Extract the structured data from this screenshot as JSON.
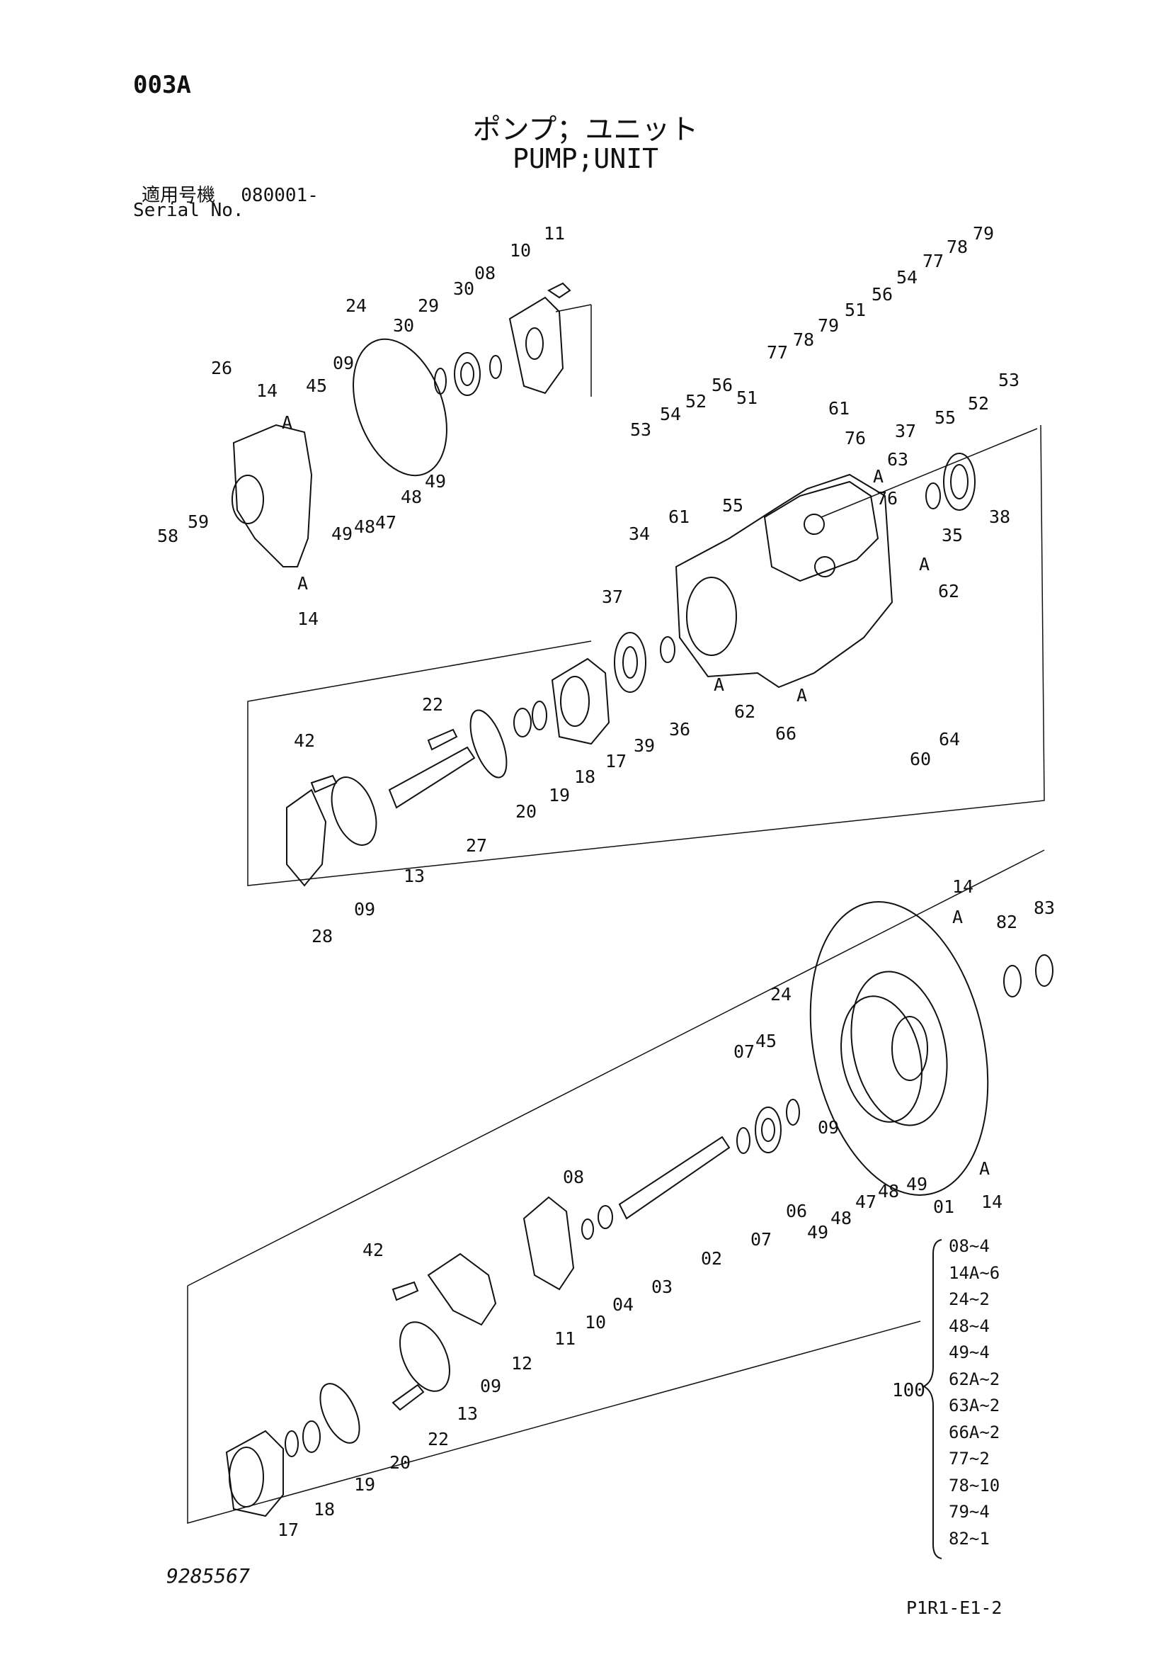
{
  "header": {
    "code": "003A",
    "title_jp": "ポンプ；ユニット",
    "title_en": "PUMP;UNIT",
    "serial_label_jp": "適用号機",
    "serial_value": "080001-",
    "serial_label_en": "Serial No."
  },
  "callouts": [
    {
      "id": "c1",
      "text": "11"
    },
    {
      "id": "c2",
      "text": "10"
    },
    {
      "id": "c3",
      "text": "08"
    },
    {
      "id": "c4",
      "text": "30"
    },
    {
      "id": "c5",
      "text": "29"
    },
    {
      "id": "c6",
      "text": "30"
    },
    {
      "id": "c7",
      "text": "24"
    },
    {
      "id": "c8",
      "text": "26"
    },
    {
      "id": "c9",
      "text": "14"
    },
    {
      "id": "c10",
      "text": "A"
    },
    {
      "id": "c11",
      "text": "45"
    },
    {
      "id": "c12",
      "text": "09"
    },
    {
      "id": "c13",
      "text": "49"
    },
    {
      "id": "c14",
      "text": "48"
    },
    {
      "id": "c15",
      "text": "47"
    },
    {
      "id": "c16",
      "text": "48"
    },
    {
      "id": "c17",
      "text": "49"
    },
    {
      "id": "c18",
      "text": "58"
    },
    {
      "id": "c19",
      "text": "59"
    },
    {
      "id": "c20",
      "text": "A"
    },
    {
      "id": "c21",
      "text": "14"
    },
    {
      "id": "c22",
      "text": "79"
    },
    {
      "id": "c23",
      "text": "78"
    },
    {
      "id": "c24",
      "text": "77"
    },
    {
      "id": "c25",
      "text": "54"
    },
    {
      "id": "c26",
      "text": "56"
    },
    {
      "id": "c27",
      "text": "51"
    },
    {
      "id": "c28",
      "text": "53"
    },
    {
      "id": "c29",
      "text": "52"
    },
    {
      "id": "c30",
      "text": "55"
    },
    {
      "id": "c31",
      "text": "79"
    },
    {
      "id": "c32",
      "text": "78"
    },
    {
      "id": "c33",
      "text": "77"
    },
    {
      "id": "c34",
      "text": "56"
    },
    {
      "id": "c35",
      "text": "51"
    },
    {
      "id": "c36",
      "text": "52"
    },
    {
      "id": "c37",
      "text": "54"
    },
    {
      "id": "c38",
      "text": "53"
    },
    {
      "id": "c39",
      "text": "61"
    },
    {
      "id": "c40",
      "text": "76"
    },
    {
      "id": "c41",
      "text": "37"
    },
    {
      "id": "c42",
      "text": "63"
    },
    {
      "id": "c43",
      "text": "A"
    },
    {
      "id": "c44",
      "text": "76"
    },
    {
      "id": "c45",
      "text": "55"
    },
    {
      "id": "c46",
      "text": "38"
    },
    {
      "id": "c47",
      "text": "35"
    },
    {
      "id": "c48",
      "text": "61"
    },
    {
      "id": "c49",
      "text": "34"
    },
    {
      "id": "c50",
      "text": "A"
    },
    {
      "id": "c51",
      "text": "62"
    },
    {
      "id": "c52",
      "text": "37"
    },
    {
      "id": "c53",
      "text": "A"
    },
    {
      "id": "c54",
      "text": "62"
    },
    {
      "id": "c55",
      "text": "A"
    },
    {
      "id": "c56",
      "text": "66"
    },
    {
      "id": "c57",
      "text": "64"
    },
    {
      "id": "c58",
      "text": "60"
    },
    {
      "id": "c59",
      "text": "22"
    },
    {
      "id": "c60",
      "text": "36"
    },
    {
      "id": "c61",
      "text": "39"
    },
    {
      "id": "c62",
      "text": "17"
    },
    {
      "id": "c63",
      "text": "18"
    },
    {
      "id": "c64",
      "text": "19"
    },
    {
      "id": "c65",
      "text": "20"
    },
    {
      "id": "c66",
      "text": "27"
    },
    {
      "id": "c67",
      "text": "42"
    },
    {
      "id": "c68",
      "text": "13"
    },
    {
      "id": "c69",
      "text": "09"
    },
    {
      "id": "c70",
      "text": "28"
    },
    {
      "id": "c71",
      "text": "14"
    },
    {
      "id": "c72",
      "text": "A"
    },
    {
      "id": "c73",
      "text": "82"
    },
    {
      "id": "c74",
      "text": "83"
    },
    {
      "id": "c75",
      "text": "24"
    },
    {
      "id": "c76",
      "text": "07"
    },
    {
      "id": "c77",
      "text": "45"
    },
    {
      "id": "c78",
      "text": "09"
    },
    {
      "id": "c79",
      "text": "49"
    },
    {
      "id": "c80",
      "text": "48"
    },
    {
      "id": "c81",
      "text": "47"
    },
    {
      "id": "c82",
      "text": "48"
    },
    {
      "id": "c83",
      "text": "49"
    },
    {
      "id": "c84",
      "text": "01"
    },
    {
      "id": "c85",
      "text": "A"
    },
    {
      "id": "c86",
      "text": "14"
    },
    {
      "id": "c87",
      "text": "06"
    },
    {
      "id": "c88",
      "text": "07"
    },
    {
      "id": "c89",
      "text": "08"
    },
    {
      "id": "c90",
      "text": "02"
    },
    {
      "id": "c91",
      "text": "03"
    },
    {
      "id": "c92",
      "text": "04"
    },
    {
      "id": "c93",
      "text": "10"
    },
    {
      "id": "c94",
      "text": "11"
    },
    {
      "id": "c95",
      "text": "42"
    },
    {
      "id": "c96",
      "text": "12"
    },
    {
      "id": "c97",
      "text": "09"
    },
    {
      "id": "c98",
      "text": "13"
    },
    {
      "id": "c99",
      "text": "22"
    },
    {
      "id": "c100",
      "text": "20"
    },
    {
      "id": "c101",
      "text": "19"
    },
    {
      "id": "c102",
      "text": "18"
    },
    {
      "id": "c103",
      "text": "17"
    }
  ],
  "kit": {
    "label": "100",
    "items": [
      "08~4",
      "14A~6",
      "24~2",
      "48~4",
      "49~4",
      "62A~2",
      "63A~2",
      "66A~2",
      "77~2",
      "78~10",
      "79~4",
      "82~1"
    ]
  },
  "footer": {
    "doc_number": "9285567",
    "sheet": "P1R1-E1-2"
  }
}
